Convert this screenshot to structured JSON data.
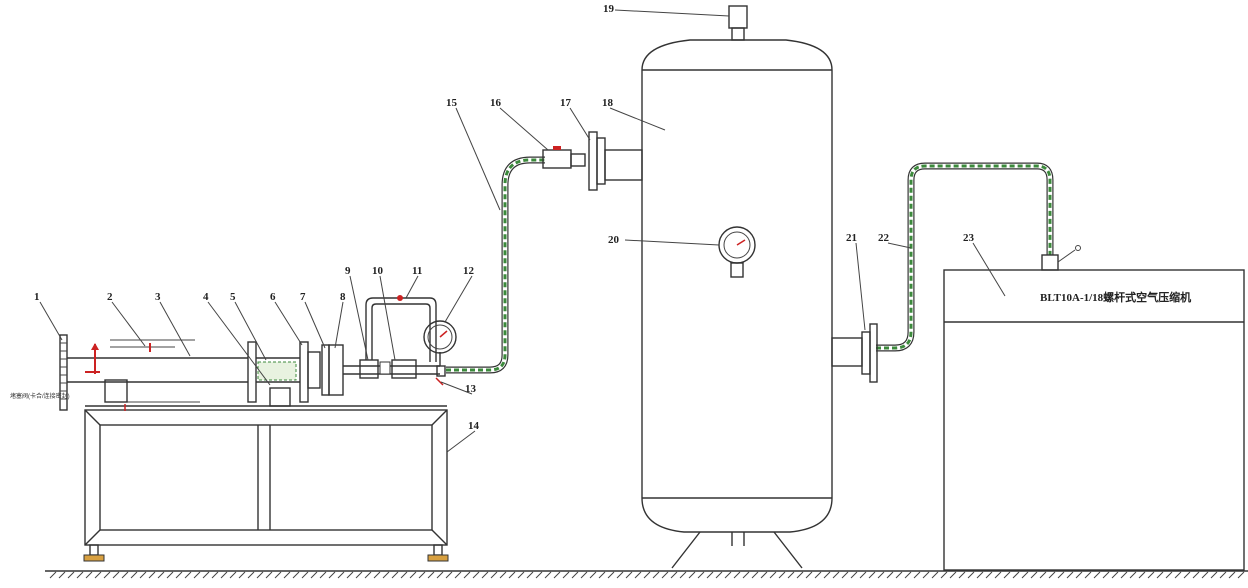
{
  "diagram": {
    "compressor_model": "BLT10A-1/18螺杆式空气压缩机",
    "side_note": "堵塞阀(卡合/连接密封)",
    "callouts": [
      "1",
      "2",
      "3",
      "4",
      "5",
      "6",
      "7",
      "8",
      "9",
      "10",
      "11",
      "12",
      "13",
      "14",
      "15",
      "16",
      "17",
      "18",
      "19",
      "20",
      "21",
      "22",
      "23"
    ]
  },
  "colors": {
    "line": "#333333",
    "hose": "#3c8a3c",
    "accent_red": "#cc2222"
  }
}
